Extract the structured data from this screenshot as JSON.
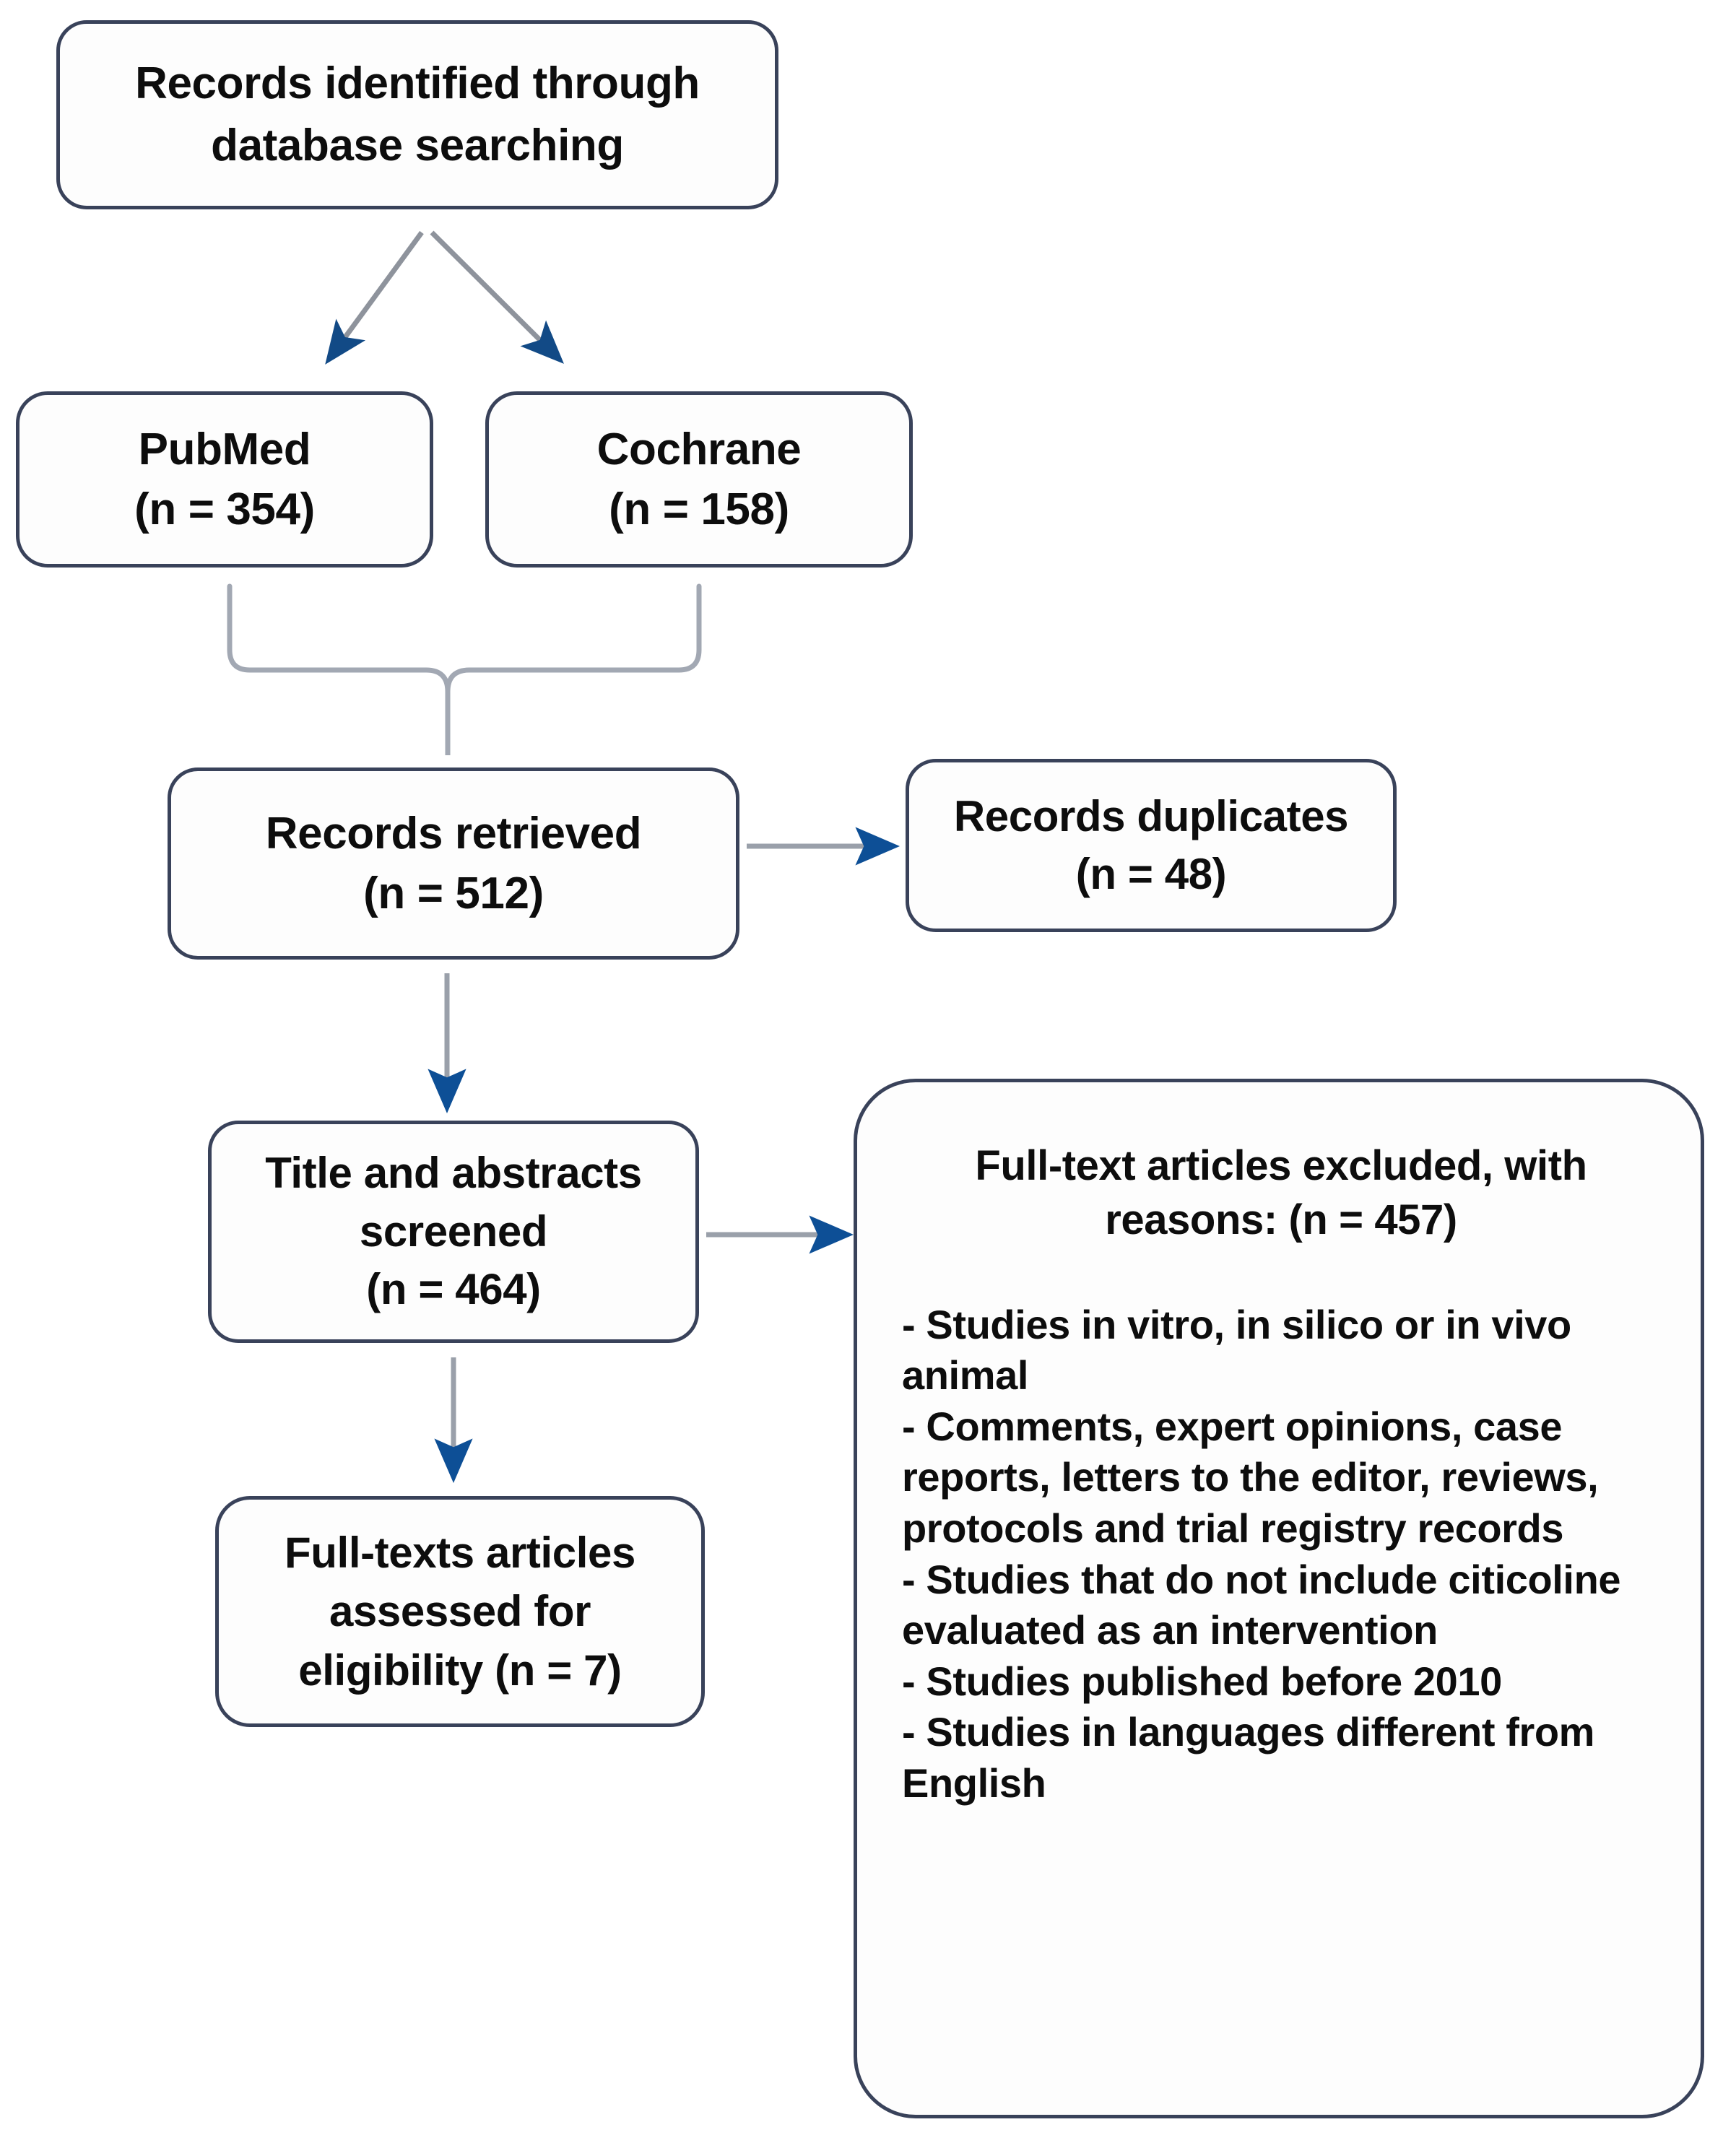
{
  "diagram": {
    "title": "PRISMA study selection flow diagram",
    "colors": {
      "box_border": "#39425a",
      "box_fill": "#fdfdfd",
      "connector_line": "#8a8f99",
      "arrowhead": "#124a86",
      "text": "#0d0d0d"
    }
  },
  "nodes": {
    "identified": {
      "name": "Records identified through database searching",
      "line1": "Records identified through",
      "line2": "database searching"
    },
    "pubmed": {
      "name": "PubMed",
      "line1": "PubMed",
      "line2": "(n = 354)",
      "count": 354
    },
    "cochrane": {
      "name": "Cochrane",
      "line1": "Cochrane",
      "line2": "(n = 158)",
      "count": 158
    },
    "retrieved": {
      "name": "Records retrieved",
      "line1": "Records retrieved",
      "line2": "(n = 512)",
      "count": 512
    },
    "duplicates": {
      "name": "Records duplicates",
      "line1": "Records duplicates",
      "line2": "(n = 48)",
      "count": 48
    },
    "screened": {
      "name": "Title and abstracts screened",
      "line1": "Title and abstracts",
      "line2": "screened",
      "line3": "(n = 464)",
      "count": 464
    },
    "fulltext_assessed": {
      "name": "Full-texts articles assessed for eligibility",
      "line1": "Full-texts articles",
      "line2": "assessed for",
      "line3": "eligibility (n = 7)",
      "count": 7
    },
    "excluded": {
      "name": "Full-text articles excluded, with reasons",
      "heading_line1": "Full-text articles excluded, with",
      "heading_line2": "reasons: (n = 457)",
      "count": 457,
      "reasons": [
        "- Studies in vitro, in silico or in vivo animal",
        "- Comments, expert opinions, case reports, letters to the editor, reviews, protocols and trial registry records",
        "- Studies that do not include citicoline evaluated as an intervention",
        "- Studies published before 2010",
        "- Studies in languages different from English"
      ]
    }
  },
  "connectors": [
    {
      "name": "identified-to-pubmed",
      "from": "identified",
      "to": "pubmed",
      "style": "arrow-diagonal"
    },
    {
      "name": "identified-to-cochrane",
      "from": "identified",
      "to": "cochrane",
      "style": "arrow-diagonal"
    },
    {
      "name": "sources-merge-brace",
      "from": "pubmed+cochrane",
      "to": "retrieved",
      "style": "curly-brace"
    },
    {
      "name": "retrieved-to-duplicates",
      "from": "retrieved",
      "to": "duplicates",
      "style": "arrow-horizontal"
    },
    {
      "name": "retrieved-to-screened",
      "from": "retrieved",
      "to": "screened",
      "style": "arrow-vertical"
    },
    {
      "name": "screened-to-excluded",
      "from": "screened",
      "to": "excluded",
      "style": "arrow-horizontal"
    },
    {
      "name": "screened-to-fulltext",
      "from": "screened",
      "to": "fulltext_assessed",
      "style": "arrow-vertical"
    }
  ]
}
